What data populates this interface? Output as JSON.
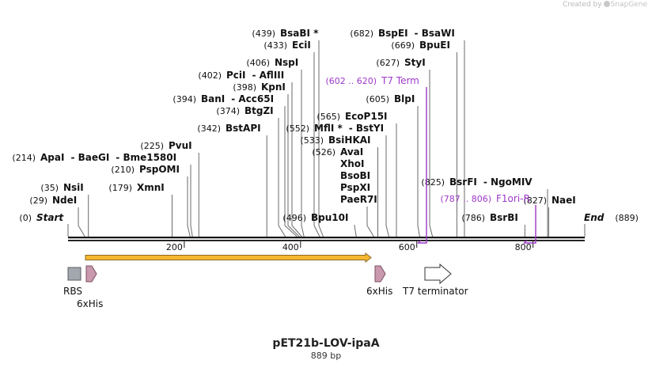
{
  "credit": {
    "prefix": "Created by",
    "brand": "SnapGene"
  },
  "plasmid": {
    "name": "pET21b-LOV-ipaA",
    "length_label": "889 bp"
  },
  "scale": {
    "ticks": [
      "200",
      "400",
      "600",
      "800"
    ]
  },
  "enzymes": [
    {
      "pos": "(0)",
      "name": "Start",
      "style": "end"
    },
    {
      "pos": "(29)",
      "name": "NdeI"
    },
    {
      "pos": "(35)",
      "name": "NsiI"
    },
    {
      "pos": "(179)",
      "name": "XmnI"
    },
    {
      "pos": "(210)",
      "name": "PspOMI"
    },
    {
      "pos": "(214)",
      "name": "ApaI",
      "alt": [
        "BaeGI",
        "Bme1580I"
      ]
    },
    {
      "pos": "(225)",
      "name": "PvuI"
    },
    {
      "pos": "(342)",
      "name": "BstAPI"
    },
    {
      "pos": "(374)",
      "name": "BtgZI"
    },
    {
      "pos": "(394)",
      "name": "BanI",
      "alt": [
        "Acc65I"
      ]
    },
    {
      "pos": "(398)",
      "name": "KpnI"
    },
    {
      "pos": "(402)",
      "name": "PciI",
      "alt": [
        "AflIII"
      ]
    },
    {
      "pos": "(406)",
      "name": "NspI"
    },
    {
      "pos": "(433)",
      "name": "EciI"
    },
    {
      "pos": "(439)",
      "name": "BsaBI *"
    },
    {
      "pos": "(496)",
      "name": "Bpu10I"
    },
    {
      "pos": "(526)",
      "name": "AvaI",
      "stack": [
        "XhoI",
        "BsoBI",
        "PspXI",
        "PaeR7I"
      ]
    },
    {
      "pos": "(533)",
      "name": "BsiHKAI"
    },
    {
      "pos": "(552)",
      "name": "MflI *",
      "alt": [
        "BstYI"
      ]
    },
    {
      "pos": "(565)",
      "name": "EcoP15I"
    },
    {
      "pos": "(605)",
      "name": "BlpI"
    },
    {
      "pos": "(627)",
      "name": "StyI"
    },
    {
      "pos": "(669)",
      "name": "BpuEI"
    },
    {
      "pos": "(682)",
      "name": "BspEI",
      "alt": [
        "BsaWI"
      ]
    },
    {
      "pos": "(786)",
      "name": "BsrBI"
    },
    {
      "pos": "(825)",
      "name": "BsrFI",
      "alt": [
        "NgoMIV"
      ]
    },
    {
      "pos": "(827)",
      "name": "NaeI"
    },
    {
      "pos": "(889)",
      "name": "End",
      "style": "end"
    }
  ],
  "primers": [
    {
      "range": "(602 .. 620)",
      "name": "T7 Term"
    },
    {
      "range": "(787 .. 806)",
      "name": "F1ori-R"
    }
  ],
  "features": [
    {
      "name": "RBS"
    },
    {
      "name": "6xHis"
    },
    {
      "name": "6xHis"
    },
    {
      "name": "T7 terminator"
    },
    {
      "name": "orf"
    }
  ],
  "colors": {
    "line": "#6a6a6a",
    "text": "#111111",
    "primer": "#9c38c8",
    "rbs": "#a3a8ae",
    "his": "#c999ae",
    "orf_fill": "#f6b732",
    "orf_stroke": "#8c6a1e",
    "terminator": "#ffffff"
  }
}
